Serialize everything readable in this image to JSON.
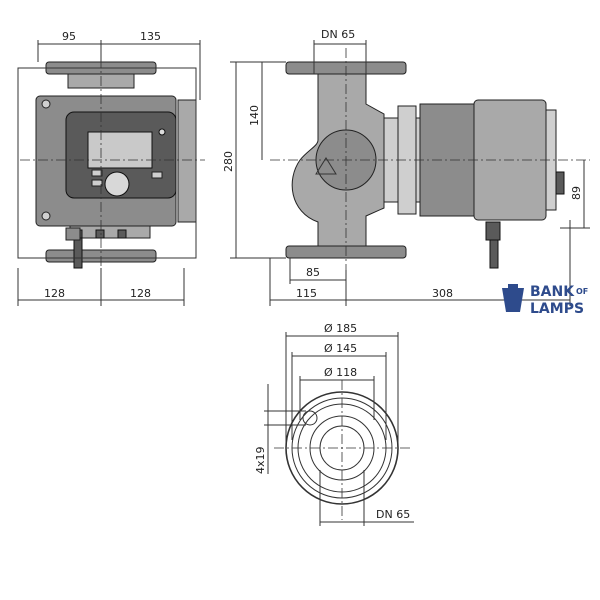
{
  "front_view": {
    "dim_top_left": "95",
    "dim_top_right": "135",
    "dim_bottom_left": "128",
    "dim_bottom_right": "128"
  },
  "side_view": {
    "dim_flange": "DN 65",
    "dim_height_upper": "140",
    "dim_total_height": "280",
    "dim_inner_width": "85",
    "dim_left_width": "115",
    "dim_motor_length": "308",
    "dim_motor_offset": "89"
  },
  "flange_view": {
    "dim_outer_diameter": "Ø 185",
    "dim_bolt_circle": "Ø 145",
    "dim_inner_diameter": "Ø 118",
    "dim_holes": "4x19",
    "dim_nominal": "DN 65"
  },
  "logo": {
    "line1": "BANK",
    "line1_suffix": "OF",
    "line2": "LAMPS",
    "color": "#2e4b8c"
  }
}
